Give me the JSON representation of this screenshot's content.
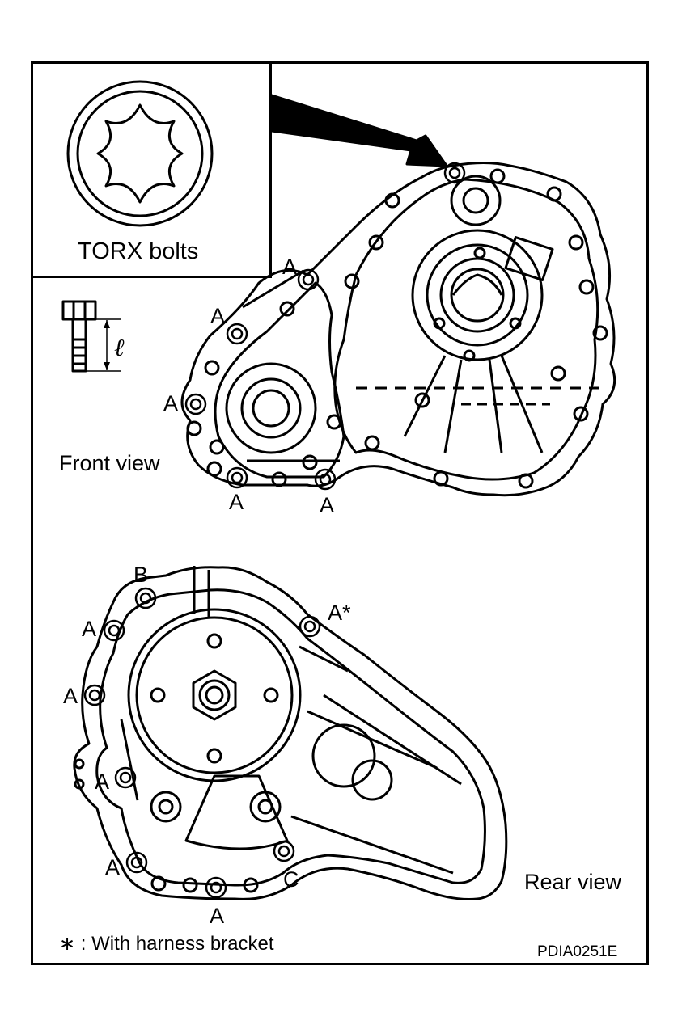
{
  "inset": {
    "caption": "TORX bolts",
    "icon": "torx-socket-icon"
  },
  "bolt_dimension_symbol": "ℓ",
  "front_view": {
    "title": "Front view",
    "labels": [
      "A",
      "A",
      "A",
      "A",
      "A"
    ]
  },
  "rear_view": {
    "title": "Rear view",
    "labels": [
      "B",
      "A",
      "A*",
      "A",
      "A",
      "A",
      "A",
      "C"
    ]
  },
  "legend": {
    "note": "∗ : With harness bracket"
  },
  "figure_code": "PDIA0251E"
}
